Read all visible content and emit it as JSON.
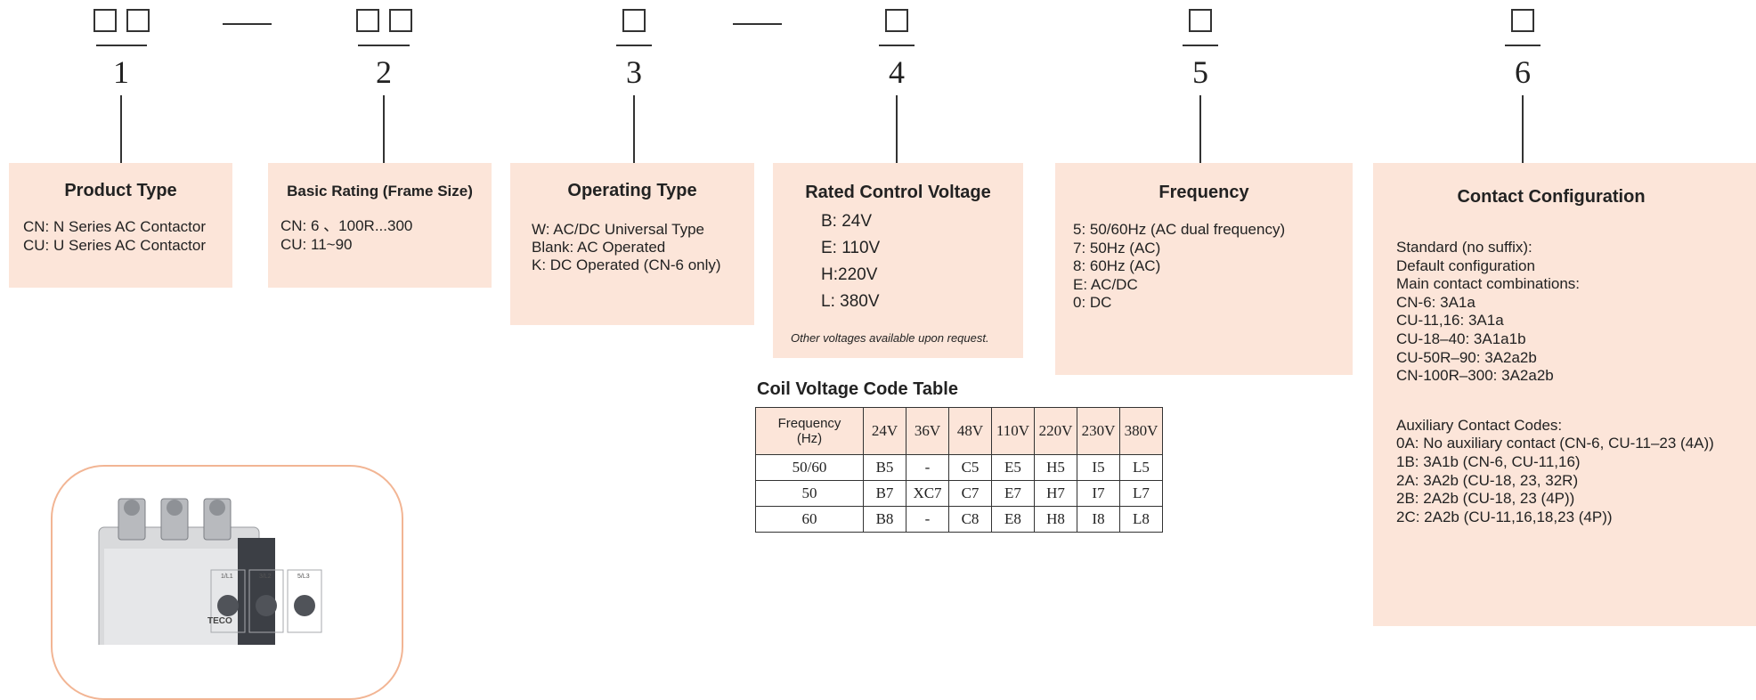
{
  "positions": [
    {
      "number": "1"
    },
    {
      "number": "2"
    },
    {
      "number": "3"
    },
    {
      "number": "4"
    },
    {
      "number": "5"
    },
    {
      "number": "6"
    }
  ],
  "boxes": {
    "product_type": {
      "title": "Product Type",
      "lines": [
        "CN: N Series AC Contactor",
        "CU: U Series AC Contactor"
      ]
    },
    "basic_rating": {
      "title": "Basic Rating (Frame Size)",
      "lines": [
        "CN: 6 、100R...300",
        "CU: 11~90"
      ]
    },
    "operating_type": {
      "title": "Operating Type",
      "lines": [
        "W: AC/DC Universal Type",
        "Blank: AC Operated",
        "K: DC Operated (CN-6 only)"
      ]
    },
    "rated_voltage": {
      "title": "Rated Control Voltage",
      "lines": [
        "B: 24V",
        "E: 110V",
        "H:220V",
        "L: 380V"
      ],
      "note": "Other voltages available upon request."
    },
    "frequency": {
      "title": "Frequency",
      "lines": [
        "5: 50/60Hz (AC dual frequency)",
        "7: 50Hz (AC)",
        "8: 60Hz (AC)",
        "E: AC/DC",
        "0: DC"
      ]
    },
    "contact_config": {
      "title": "Contact Configuration",
      "lines": [
        "Standard (no suffix):",
        "Default configuration",
        "Main contact combinations:",
        "CN-6: 3A1a",
        "CU-11,16: 3A1a",
        "CU-18–40: 3A1a1b",
        "CU-50R–90: 3A2a2b",
        "CN-100R–300: 3A2a2b"
      ],
      "aux_lines": [
        "Auxiliary Contact Codes:",
        "0A: No auxiliary contact (CN-6, CU-11–23 (4A))",
        "1B: 3A1b (CN-6, CU-11,16)",
        "2A: 3A2b (CU-18, 23, 32R)",
        "2B: 2A2b (CU-18, 23 (4P))",
        "2C: 2A2b (CU-11,16,18,23 (4P))"
      ]
    }
  },
  "coil_table": {
    "title": "Coil Voltage Code Table",
    "header_freq": "Frequency\n(Hz)",
    "voltages": [
      "24V",
      "36V",
      "48V",
      "110V",
      "220V",
      "230V",
      "380V"
    ],
    "rows": [
      {
        "freq": "50/60",
        "codes": [
          "B5",
          "-",
          "C5",
          "E5",
          "H5",
          "I5",
          "L5"
        ]
      },
      {
        "freq": "50",
        "codes": [
          "B7",
          "XC7",
          "C7",
          "E7",
          "H7",
          "I7",
          "L7"
        ]
      },
      {
        "freq": "60",
        "codes": [
          "B8",
          "-",
          "C8",
          "E8",
          "H8",
          "I8",
          "L8"
        ]
      }
    ]
  },
  "photo": {
    "brand_label": "TECO",
    "terminal_labels": [
      "1/L1",
      "3/L2",
      "5/L3"
    ]
  }
}
